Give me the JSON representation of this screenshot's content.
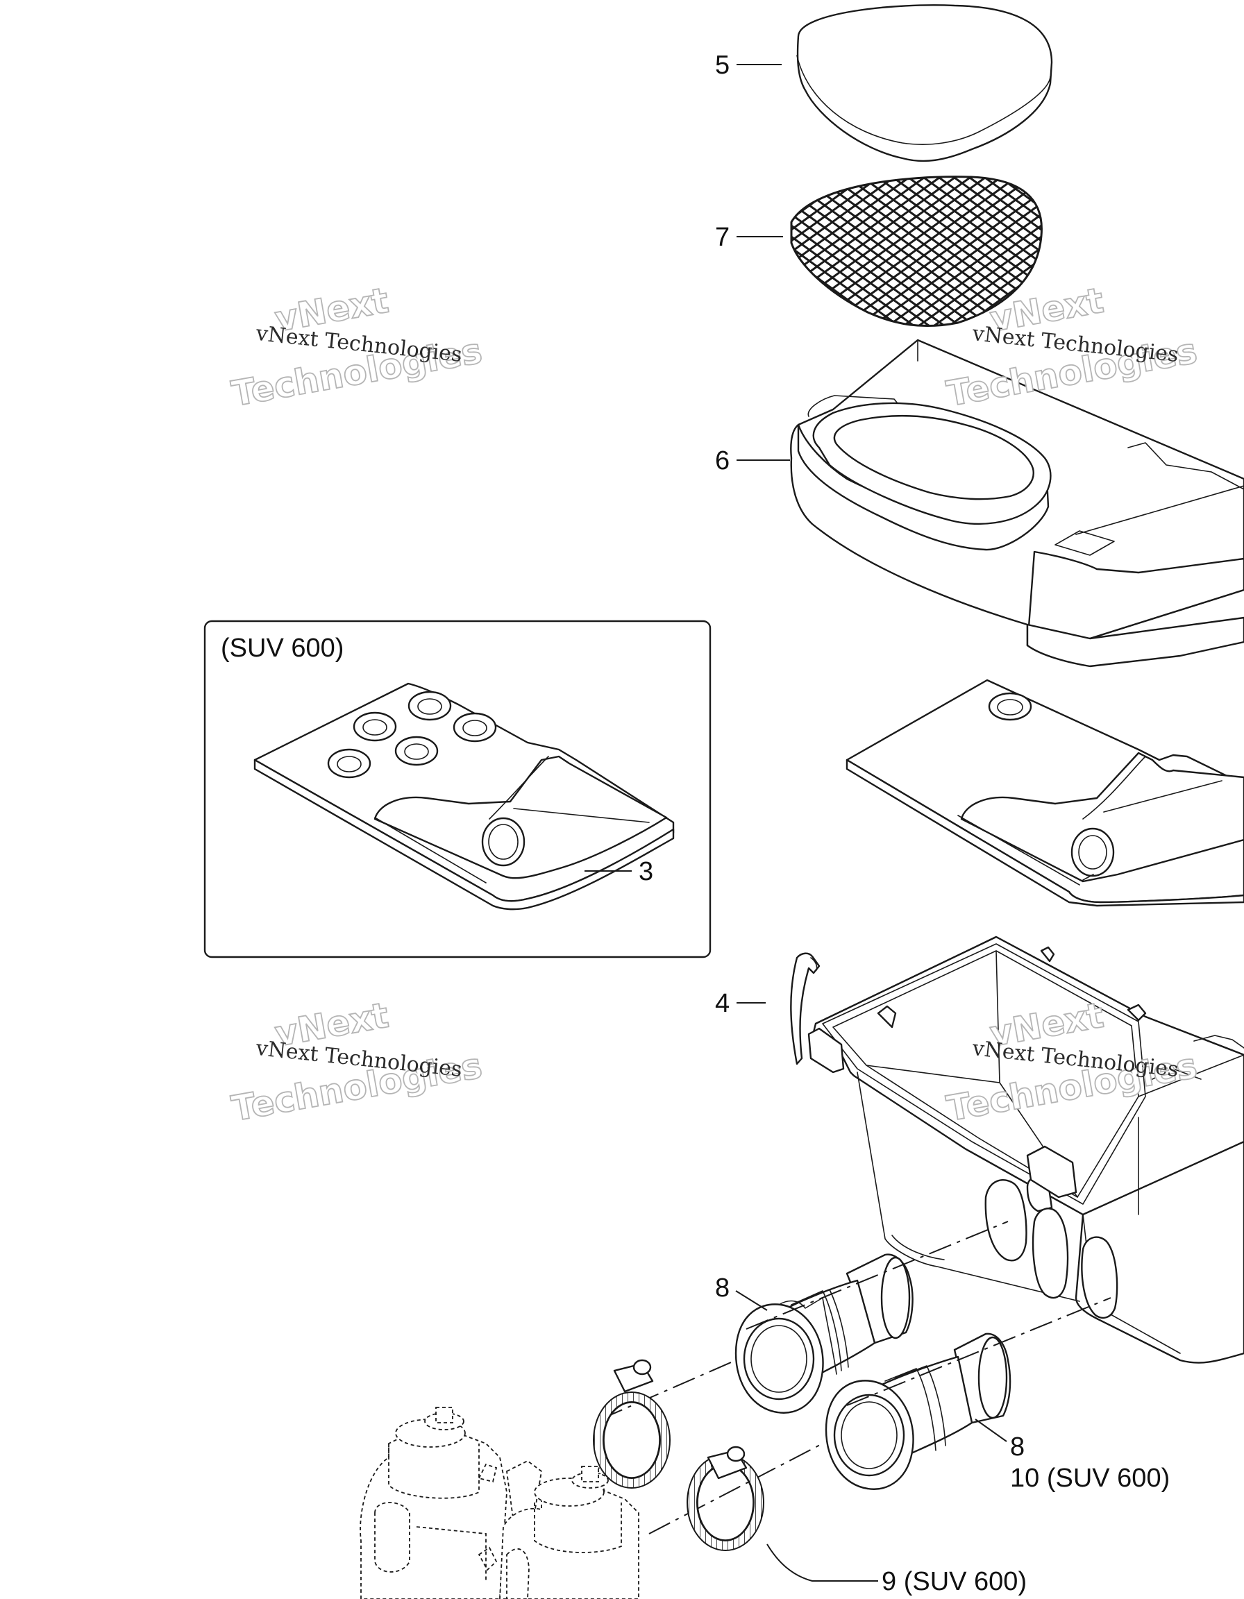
{
  "callouts": {
    "c5": "5",
    "c7": "7",
    "c6": "6",
    "c3": "3",
    "c4": "4",
    "c8a": "8",
    "c8b": "8",
    "c10": "10 (SUV 600)",
    "c9": "9 (SUV 600)"
  },
  "inset": {
    "title": "(SUV 600)"
  },
  "watermark": {
    "line1": "vNext",
    "line2": "Technologies",
    "small": "vNext Technologies"
  }
}
